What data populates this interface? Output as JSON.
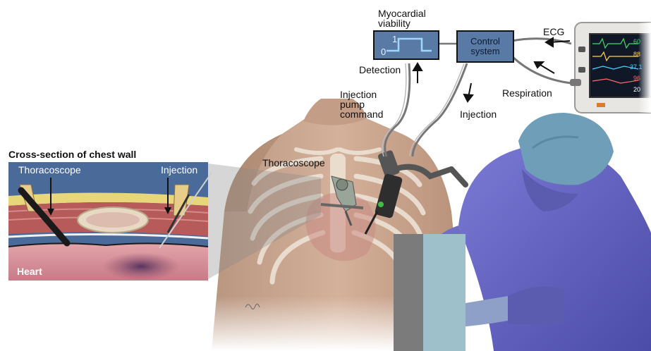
{
  "labels": {
    "myocardial_viability": "Myocardial\nviability",
    "signal_high": "1",
    "signal_low": "0",
    "detection": "Detection",
    "control_system": "Control\nsystem",
    "ecg": "ECG",
    "respiration": "Respiration",
    "injection_pump_command": "Injection\npump\ncommand",
    "injection_top": "Injection",
    "cross_section_title": "Cross-section of chest wall",
    "thoracoscope_inset": "Thoracoscope",
    "injection_inset": "Injection",
    "heart": "Heart",
    "thoracoscope_body": "Thoracoscope"
  },
  "monitor": {
    "readouts": [
      "60",
      "88",
      "37.1",
      "96",
      "20"
    ]
  },
  "colors": {
    "box_fill": "#5a7aa6",
    "box_border": "#111111",
    "signal_line": "#8fd0ff",
    "skin": "#c9a58d",
    "gown": "#6f6fc8",
    "cap": "#6f9fb8",
    "glove": "#8fa0c8",
    "heart_pink": "#d9909a",
    "muscle": "#b04a4a",
    "fat_yellow": "#e7d77a",
    "inset_blue": "#4a6a9a"
  }
}
